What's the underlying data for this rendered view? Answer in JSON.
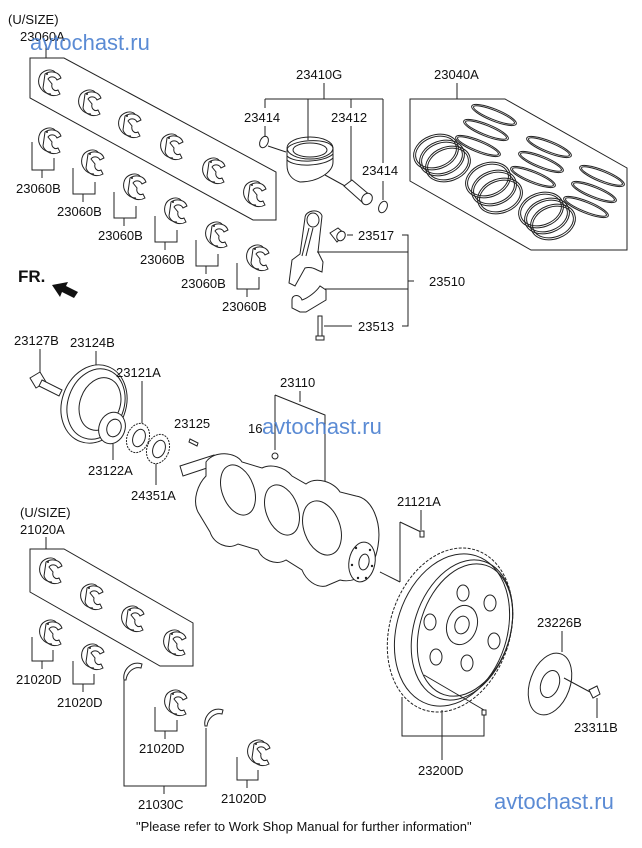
{
  "title": "Crankshaft, Piston & Flywheel – parts diagram",
  "orientation": {
    "label": "FR.",
    "icon": "front-direction-arrow-icon"
  },
  "groups": {
    "upper_bearing_set": {
      "qualifier": "(U/SIZE)",
      "part_no": "23060A",
      "sub_part_no": "23060B",
      "sub_count": 6
    },
    "piston_assy": {
      "part_no": "23410G",
      "snap_ring": "23414",
      "pin": "23412"
    },
    "piston_ring_set": {
      "part_no": "23040A"
    },
    "connecting_rod_assy": {
      "part_no": "23510",
      "bushing": "23517",
      "bolt": "23513"
    },
    "front_pulley": {
      "bolt": "23127B",
      "damper_pulley": "23124B",
      "sprocket": "23121A",
      "spacer": "23122A",
      "key": "23125",
      "wheel": "24351A"
    },
    "crankshaft": {
      "part_no": "23110",
      "plug_partial": "16"
    },
    "lower_bearing_set": {
      "qualifier": "(U/SIZE)",
      "part_no": "21020A",
      "sub_part_no": "21020D",
      "sub_count": 4,
      "thrust": "21030C"
    },
    "flywheel": {
      "pin": "21121A",
      "drive_plate": "23200D",
      "adapter_plate": "23226B",
      "bolt": "23311B"
    }
  },
  "footer_note": "\"Please refer to Work Shop Manual for further information\"",
  "watermark": "avtochast.ru",
  "colors": {
    "line": "#222222",
    "watermark": "#4a7fd0",
    "background": "#ffffff"
  }
}
